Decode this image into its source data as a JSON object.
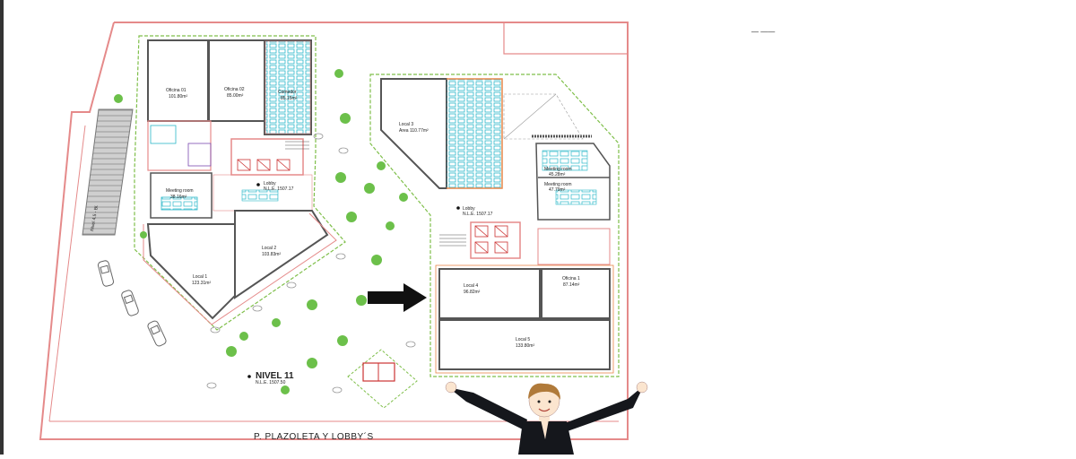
{
  "plan": {
    "level_title": "NIVEL 11",
    "level_sub": "N.L.E. 1507.50",
    "footer_title": "P. PLAZOLETA Y LOBBY´S",
    "left_building": {
      "oficina01": {
        "name": "Oficina 01",
        "area": "101.80m²"
      },
      "oficina02": {
        "name": "Oficina 02",
        "area": "85.00m²"
      },
      "comedor": {
        "name": "Comedor",
        "area": "85.15m²"
      },
      "meeting": {
        "name": "Meeting room",
        "area": "38.16m²"
      },
      "lobby": {
        "name": "Lobby",
        "sub": "N.L.E. 1507.17"
      },
      "local1": {
        "name": "Local 1",
        "area": "123.31m²"
      },
      "local2": {
        "name": "Local 2",
        "area": "103.83m²"
      }
    },
    "right_building": {
      "local3": {
        "name": "Local 3",
        "area": "Area 110.77m²"
      },
      "meeting1": {
        "name": "Meeting room",
        "area": "45.28m²"
      },
      "meeting2": {
        "name": "Meeting room",
        "area": "47.79m²"
      },
      "lobby": {
        "name": "Lobby",
        "sub": "N.L.E. 1507.17"
      },
      "local4": {
        "name": "Local 4",
        "area": "96.82m²"
      },
      "oficina1": {
        "name": "Oficina 1",
        "area": "87.14m²"
      },
      "local5": {
        "name": "Local 5",
        "area": "133.80m²"
      }
    },
    "parking_label": "Nivel 4.5 - Bl.",
    "scale_mark": "— ——",
    "colors": {
      "wall": "#e58a8a",
      "wall_dark": "#555555",
      "green_dash": "#7fbf4a",
      "orange": "#e8874a",
      "tree": "#6cc04a",
      "cyan": "#2ab7c9",
      "arrow": "#111111",
      "presenter_suit": "#15171c",
      "presenter_hair": "#b07a3a",
      "presenter_skin": "#fbe5cf"
    }
  }
}
